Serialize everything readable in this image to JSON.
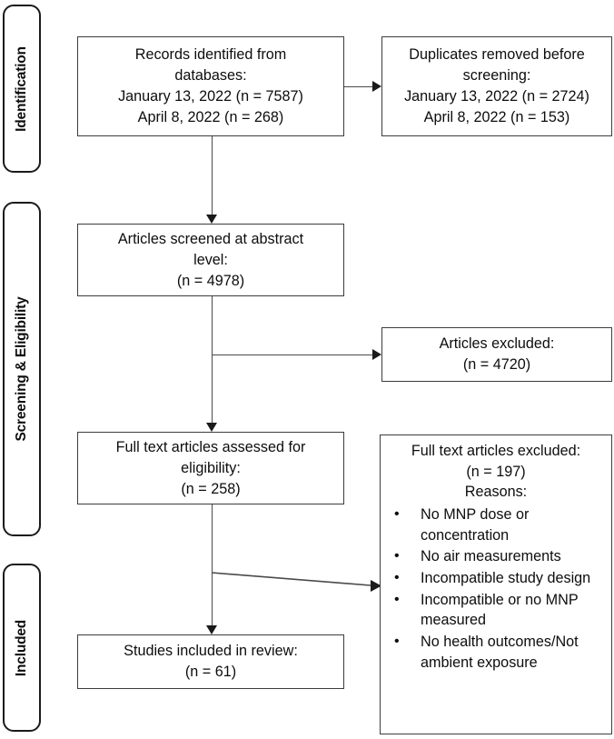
{
  "diagram": {
    "type": "prisma-flow-diagram",
    "stages": [
      {
        "id": "identification",
        "label": "Identification"
      },
      {
        "id": "screening-eligibility",
        "label": "Screening & Eligibility"
      },
      {
        "id": "included",
        "label": "Included"
      }
    ]
  },
  "boxes": {
    "records_identified": {
      "lines": [
        "Records identified from",
        "databases:",
        "January 13, 2022 (n = 7587)",
        "April 8, 2022 (n = 268)"
      ]
    },
    "duplicates_removed": {
      "lines": [
        "Duplicates removed before",
        "screening:",
        "January 13, 2022 (n = 2724)",
        "April 8, 2022 (n = 153)"
      ]
    },
    "articles_screened": {
      "lines": [
        "Articles screened at abstract",
        "level:",
        "(n = 4978)"
      ]
    },
    "articles_excluded": {
      "lines": [
        "Articles excluded:",
        "(n = 4720)"
      ]
    },
    "fulltext_assessed": {
      "lines": [
        "Full text articles assessed for",
        "eligibility:",
        "(n = 258)"
      ]
    },
    "fulltext_excluded": {
      "lines": [
        "Full text articles excluded:",
        "(n = 197)",
        "Reasons:"
      ],
      "bullet_char": "•",
      "reasons": [
        "No MNP dose or concentration",
        "No air measurements",
        "Incompatible study design",
        "Incompatible or no MNP measured",
        "No health outcomes/Not ambient exposure"
      ]
    },
    "studies_included": {
      "lines": [
        "Studies included in review:",
        "(n = 61)"
      ]
    }
  },
  "colors": {
    "box_border": "#3c3c3c",
    "stage_border": "#1a1a1a",
    "connector": "#4a4a4a",
    "text": "#0d0d0d",
    "background": "#ffffff"
  }
}
